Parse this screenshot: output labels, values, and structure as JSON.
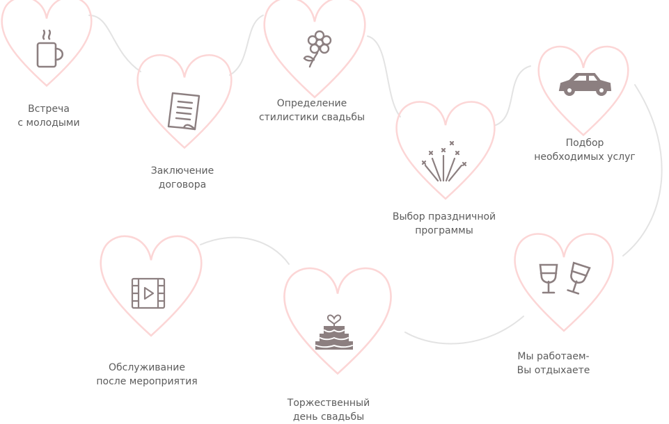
{
  "colors": {
    "heart_stroke": "#fcd6d6",
    "connector": "#e3e3e3",
    "icon": "#8c7f80",
    "text": "#5c5c5c",
    "background": "#ffffff"
  },
  "steps": [
    {
      "id": "meeting",
      "icon": "coffee-cup-icon",
      "lines": [
        "Встреча",
        "с молодыми"
      ]
    },
    {
      "id": "contract",
      "icon": "document-icon",
      "lines": [
        "Заключение",
        "договора"
      ]
    },
    {
      "id": "style",
      "icon": "flower-icon",
      "lines": [
        "Определение",
        "стилистики свадьбы"
      ]
    },
    {
      "id": "program",
      "icon": "fireworks-icon",
      "lines": [
        "Выбор праздничной",
        "программы"
      ]
    },
    {
      "id": "services",
      "icon": "car-icon",
      "lines": [
        "Подбор",
        "необходимых услуг"
      ]
    },
    {
      "id": "we-work",
      "icon": "wine-glasses-icon",
      "lines": [
        "Мы работаем-",
        "Вы отдыхаете"
      ]
    },
    {
      "id": "wedding",
      "icon": "wedding-cake-icon",
      "lines": [
        "Торжественный",
        "день свадьбы"
      ]
    },
    {
      "id": "aftercare",
      "icon": "video-film-icon",
      "lines": [
        "Обслуживание",
        "после мероприятия"
      ]
    }
  ]
}
